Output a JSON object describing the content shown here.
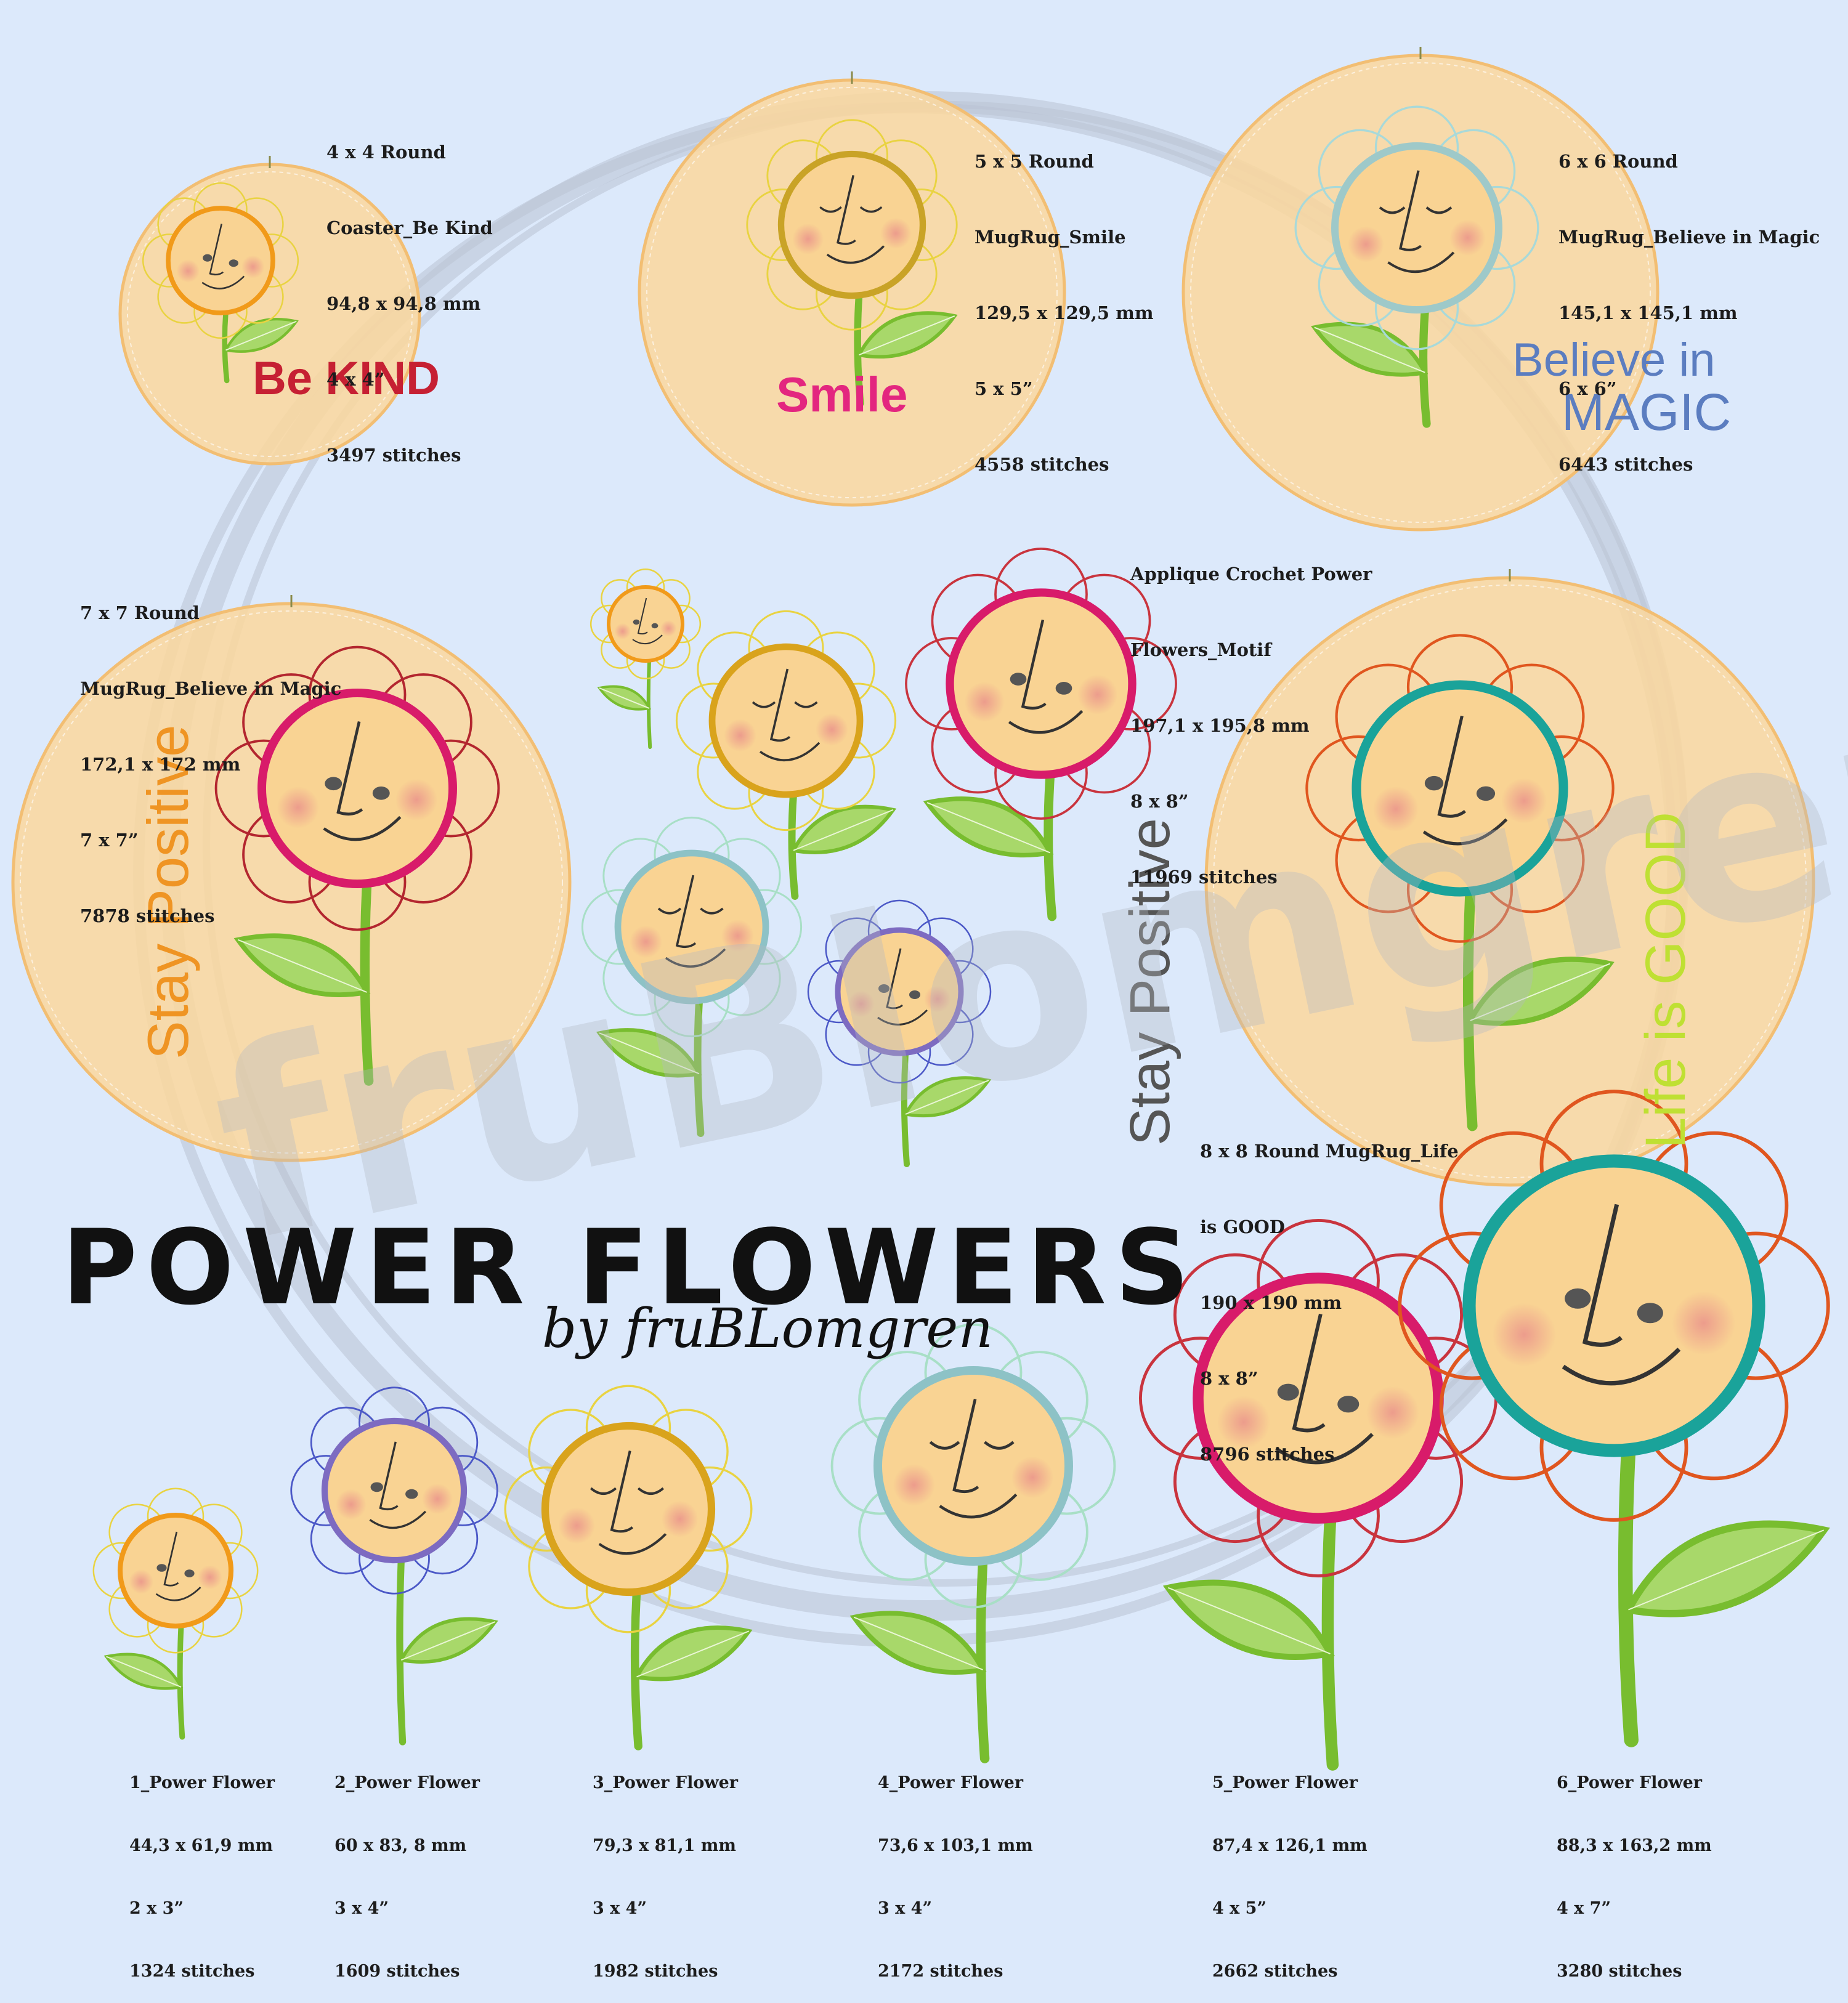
{
  "title": "POWER FLOWERS",
  "byline": "by fruBLomgren",
  "watermark": "fruBlomgren",
  "colors": {
    "background": "#dce9fb",
    "hoop_fill": "#fbd79c",
    "hoop_edge": "#f2be73",
    "face": "#f9d393",
    "stem": "#78bd2f",
    "leaf": "#a8d86a"
  },
  "hoops": {
    "be_kind": {
      "label": "4 x 4 Round",
      "name": "Coaster_Be Kind",
      "size_mm": "94,8 x 94,8 mm",
      "size_in": "4 x 4”",
      "stitches": "3497 stitches",
      "caption": "Be KIND",
      "caption_color": "#c62033"
    },
    "smile": {
      "label": "5 x 5 Round",
      "name": "MugRug_Smile",
      "size_mm": "129,5 x 129,5 mm",
      "size_in": "5 x 5”",
      "stitches": "4558 stitches",
      "caption": "Smile",
      "caption_color": "#e3267f"
    },
    "magic6": {
      "label": "6 x 6 Round",
      "name": "MugRug_Believe in Magic",
      "size_mm": "145,1 x 145,1 mm",
      "size_in": "6 x 6”",
      "stitches": "6443 stitches",
      "caption_line1": "Believe in",
      "caption_line2": "MAGIC",
      "caption_color": "#5b7dc0"
    },
    "magic7": {
      "label": "7 x 7 Round",
      "name": "MugRug_Believe in Magic",
      "size_mm": "172,1 x 172 mm",
      "size_in": "7 x 7”",
      "stitches": "7878 stitches",
      "caption": "Stay Positive",
      "caption_color": "#ef9423"
    },
    "life": {
      "label": "8 x 8 Round MugRug_Life",
      "name": "is GOOD",
      "size_mm": "190 x 190 mm",
      "size_in": "8 x 8”",
      "stitches": "8796 stitches",
      "caption": "Life is GOOD",
      "caption_color": "#bfe033"
    }
  },
  "applique": {
    "label": "Applique Crochet Power",
    "name": "Flowers_Motif",
    "size_mm": "197,1 x 195,8 mm",
    "size_in": "8 x 8”",
    "stitches": "11969 stitches",
    "caption": "Stay Positive",
    "caption_color": "#555555"
  },
  "flowers": [
    {
      "name": "1_Power Flower",
      "size_mm": "44,3 x 61,9 mm",
      "size_in": "2 x 3”",
      "stitches": "1324 stitches",
      "petal_color": "#e9d341",
      "ring_color": "#f19a1a"
    },
    {
      "name": "2_Power Flower",
      "size_mm": "60 x 83, 8 mm",
      "size_in": "3 x 4”",
      "stitches": "1609 stitches",
      "petal_color": "#4b58c7",
      "ring_color": "#7d6bc1"
    },
    {
      "name": "3_Power Flower",
      "size_mm": "79,3 x 81,1 mm",
      "size_in": "3 x 4”",
      "stitches": "1982 stitches",
      "petal_color": "#e9d341",
      "ring_color": "#d9a31c"
    },
    {
      "name": "4_Power Flower",
      "size_mm": "73,6 x 103,1 mm",
      "size_in": "3 x 4”",
      "stitches": "2172 stitches",
      "petal_color": "#a8dfc6",
      "ring_color": "#8dc2c6"
    },
    {
      "name": "5_Power Flower",
      "size_mm": "87,4 x 126,1 mm",
      "size_in": "4 x 5”",
      "stitches": "2662 stitches",
      "petal_color": "#c9343e",
      "ring_color": "#d81b6a"
    },
    {
      "name": "6_Power Flower",
      "size_mm": "88,3 x 163,2 mm",
      "size_in": "4 x 7”",
      "stitches": "3280 stitches",
      "petal_color": "#e0561f",
      "ring_color": "#1aa39a"
    }
  ]
}
